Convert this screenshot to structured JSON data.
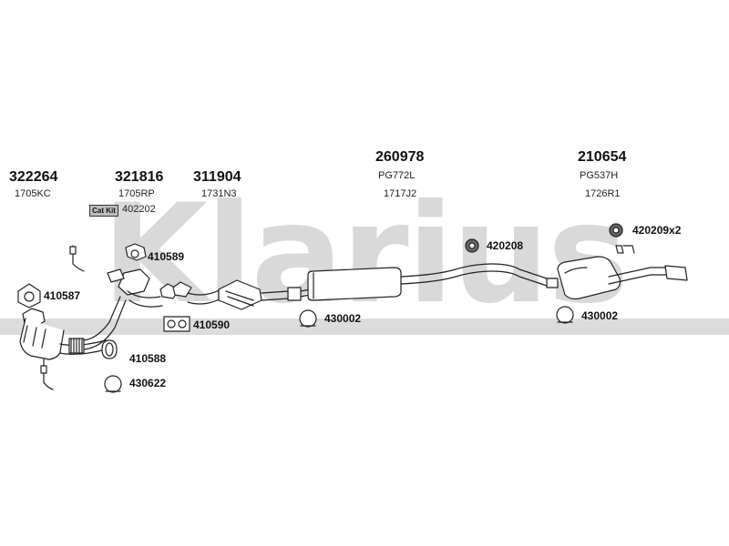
{
  "watermark": "Klarius",
  "parts": [
    {
      "number": "322264",
      "ref": "1705KC"
    },
    {
      "number": "321816",
      "ref": "1705RP"
    },
    {
      "number": "311904",
      "ref": "1731N3"
    },
    {
      "number": "260978",
      "ref": "PG772L",
      "ref2": "1717J2"
    },
    {
      "number": "210654",
      "ref": "PG537H",
      "ref2": "1726R1"
    }
  ],
  "cat_kit": {
    "badge": "Cat Kit",
    "number": "402202"
  },
  "accessories": {
    "a410589": "410589",
    "a410587": "410587",
    "a410590": "410590",
    "a410588": "410588",
    "a430622": "430622",
    "a430002_mid": "430002",
    "a420208": "420208",
    "a430002_rear": "430002",
    "a420209": "420209x2"
  },
  "colors": {
    "line": "#222222",
    "watermark": "#d9d9d9"
  }
}
